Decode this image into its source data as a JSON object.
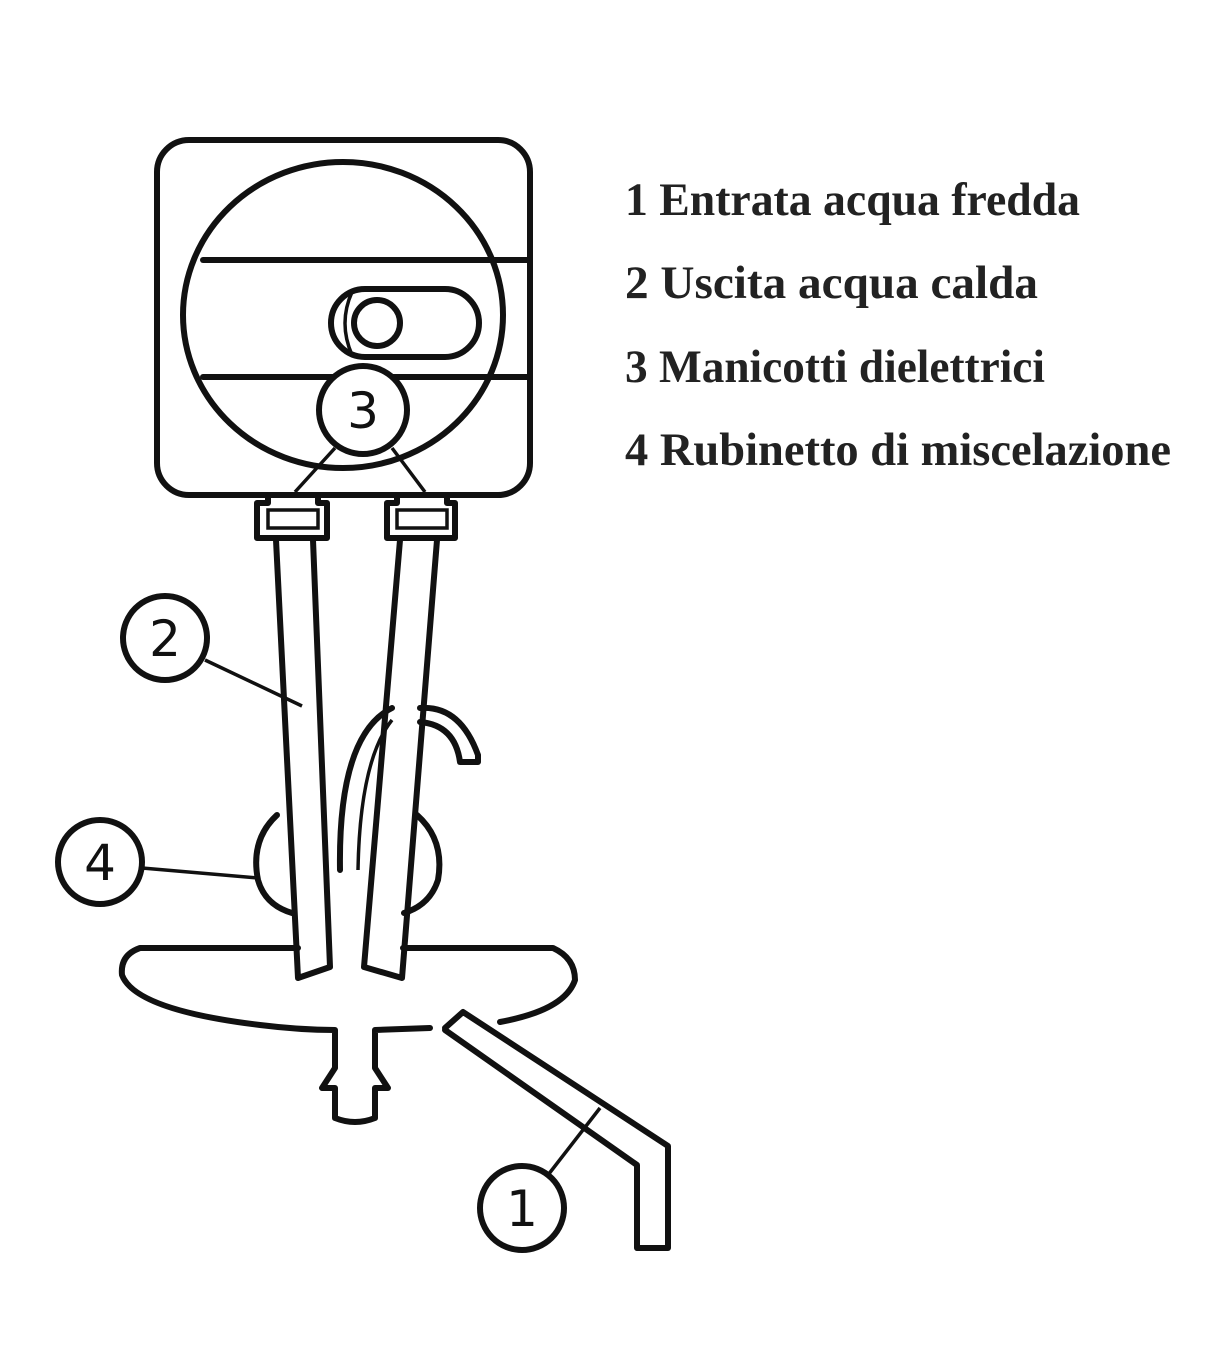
{
  "legend": [
    {
      "number": "1",
      "text": "1 Entrata acqua fredda"
    },
    {
      "number": "2",
      "text": "2 Uscita acqua calda"
    },
    {
      "number": "3",
      "text": "3 Manicotti dielettrici"
    },
    {
      "number": "4",
      "text": "4 Rubinetto di miscelazione"
    }
  ],
  "callouts": [
    "1",
    "2",
    "3",
    "4"
  ]
}
